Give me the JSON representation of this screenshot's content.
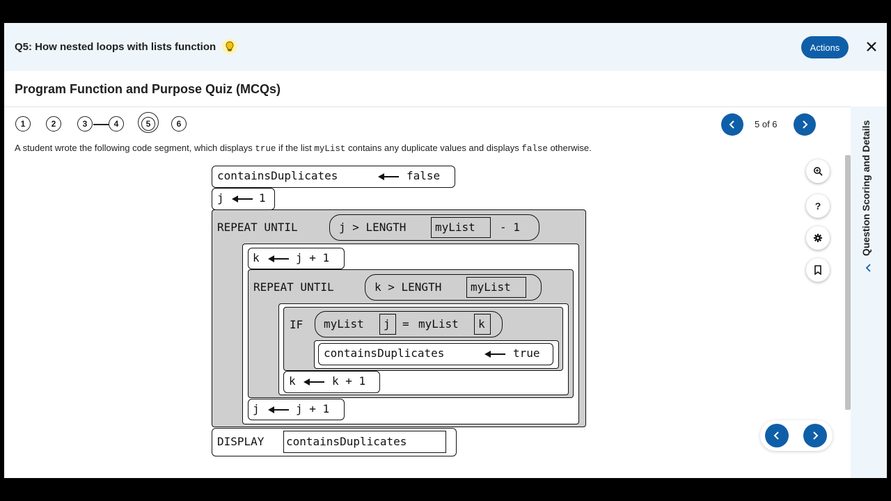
{
  "header": {
    "question_title": "Q5: How nested loops with lists function",
    "actions_label": "Actions",
    "quiz_title": "Program Function and Purpose Quiz (MCQs)"
  },
  "stepper": {
    "steps": [
      "1",
      "2",
      "3",
      "4",
      "5",
      "6"
    ],
    "current": "5"
  },
  "pagination": {
    "label": "5 of 6"
  },
  "side_panel": {
    "title": "Question Scoring and Details"
  },
  "prompt": {
    "part1": "A student wrote the following code segment, which displays ",
    "code1": "true",
    "part2": " if the list ",
    "code2": "myList",
    "part3": " contains any duplicate values and displays ",
    "code3": "false",
    "part4": " otherwise."
  },
  "code": {
    "l1_var": "containsDuplicates",
    "l1_val": "false",
    "l2_var": "j",
    "l2_val": "1",
    "repeat1_kw": "REPEAT UNTIL",
    "repeat1_cond_a": "j > LENGTH",
    "repeat1_cond_list": "myList",
    "repeat1_cond_b": "- 1",
    "k_var": "k",
    "k_val": "j + 1",
    "repeat2_kw": "REPEAT UNTIL",
    "repeat2_cond_a": "k > LENGTH",
    "repeat2_cond_list": "myList",
    "if_kw": "IF",
    "if_list_a": "myList",
    "if_idx_a": "j",
    "if_eq": "=",
    "if_list_b": "myList",
    "if_idx_b": "k",
    "set_var": "containsDuplicates",
    "set_val": "true",
    "kinc_var": "k",
    "kinc_val": "k + 1",
    "jinc_var": "j",
    "jinc_val": "j + 1",
    "display_kw": "DISPLAY",
    "display_val": "containsDuplicates"
  },
  "tools": {
    "help_label": "?"
  },
  "colors": {
    "accent": "#0f5fa8",
    "header_bg": "#eef6fb",
    "block_gray": "#cfcfcf"
  }
}
